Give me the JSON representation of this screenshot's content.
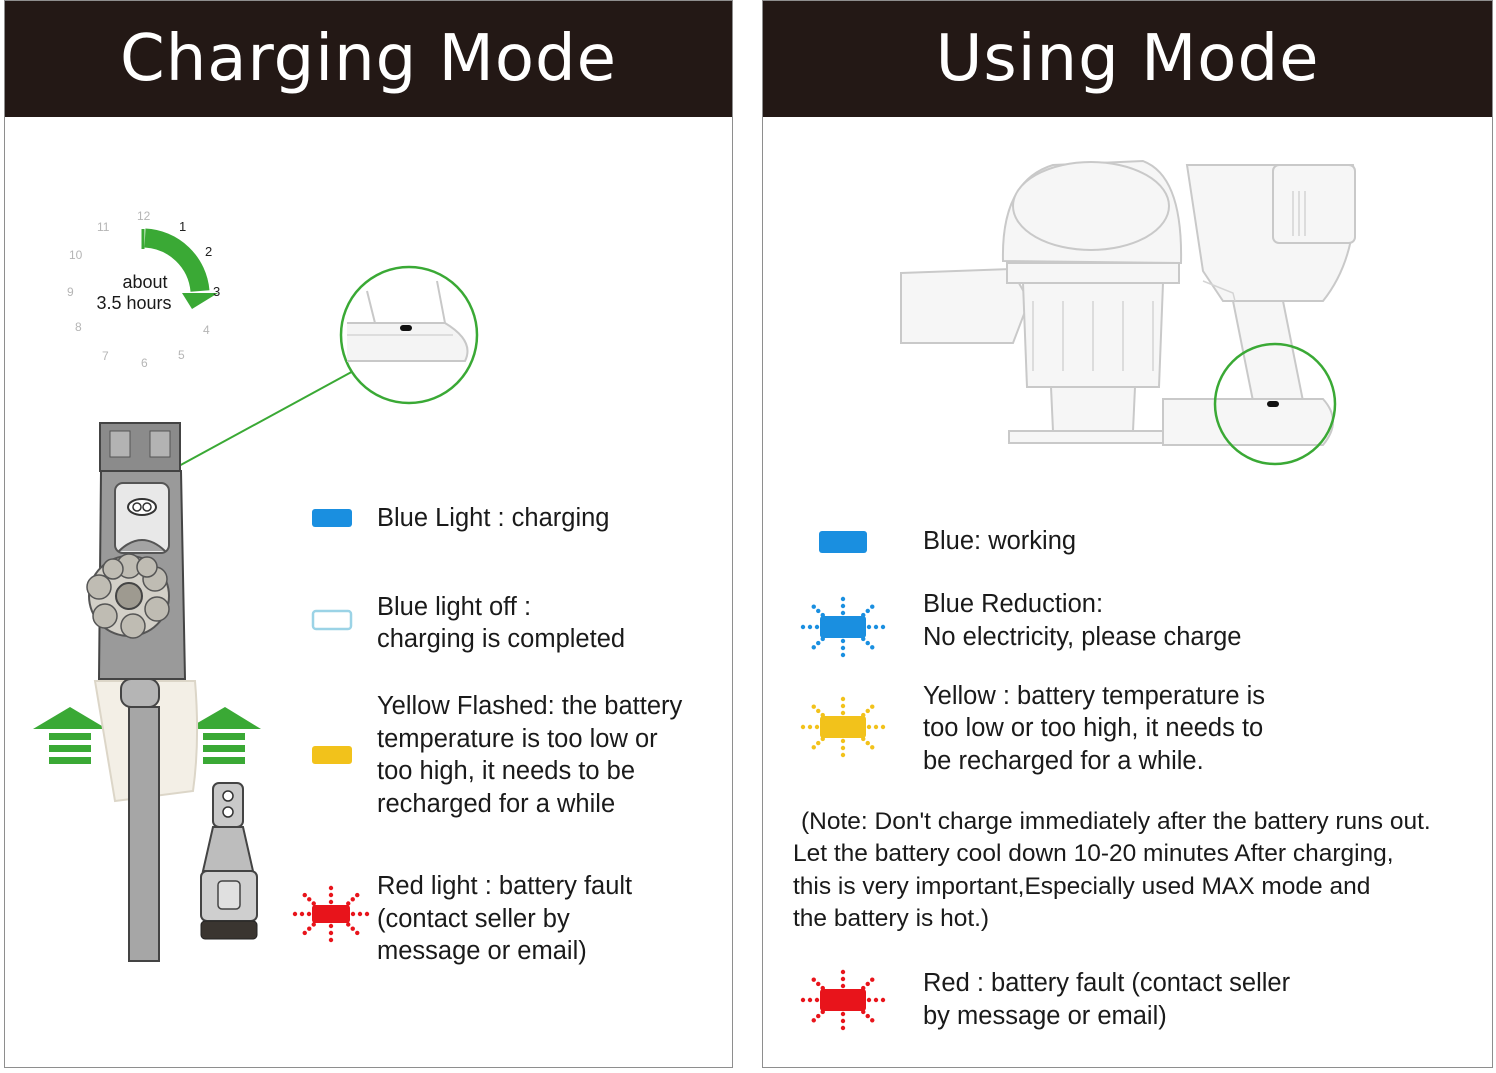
{
  "charging_mode": {
    "title": "Charging Mode",
    "clock": {
      "numbers": [
        "12",
        "1",
        "2",
        "3",
        "4",
        "5",
        "6",
        "7",
        "8",
        "9",
        "10",
        "11"
      ],
      "label_line1": "about",
      "label_line2": "3.5 hours"
    },
    "legend": [
      {
        "color": "#1a8fe0",
        "style": "solid",
        "line1": "Blue Light : charging"
      },
      {
        "color": "#9bd3e6",
        "style": "outline",
        "line1": "Blue light off :",
        "line2": "charging is completed"
      },
      {
        "color": "#f2c21b",
        "style": "solid",
        "line1": "Yellow Flashed: the battery",
        "line2": "temperature is too low or",
        "line3": "too high, it needs to be",
        "line4": "recharged for a while"
      },
      {
        "color": "#e8141b",
        "style": "flashing",
        "line1": "Red light : battery fault",
        "line2": "(contact seller by",
        "line3": "message or email)"
      }
    ]
  },
  "using_mode": {
    "title": "Using Mode",
    "legend": [
      {
        "color": "#1a8fe0",
        "style": "solid",
        "line1": "Blue: working"
      },
      {
        "color": "#1a8fe0",
        "style": "flashing",
        "line1": "Blue Reduction:",
        "line2": "No electricity, please charge"
      },
      {
        "color": "#f2c21b",
        "style": "flashing",
        "line1": "Yellow : battery temperature is",
        "line2": "too low or too high, it needs to",
        "line3": "be recharged for a while."
      },
      {
        "color": "#e8141b",
        "style": "flashing",
        "line1": "Red : battery fault (contact seller",
        "line2": "by message or email)"
      }
    ],
    "note": {
      "line1": "(Note: Don't charge immediately after the battery runs out.",
      "line2": "Let the battery cool down 10-20 minutes After charging,",
      "line3": "this is very important,Especially used MAX mode and",
      "line4": "the battery is hot.)"
    }
  },
  "colors": {
    "header_bg": "#231815",
    "header_text": "#ffffff",
    "accent_green": "#3aa935",
    "blue": "#1a8fe0",
    "yellow": "#f2c21b",
    "red": "#e8141b"
  }
}
